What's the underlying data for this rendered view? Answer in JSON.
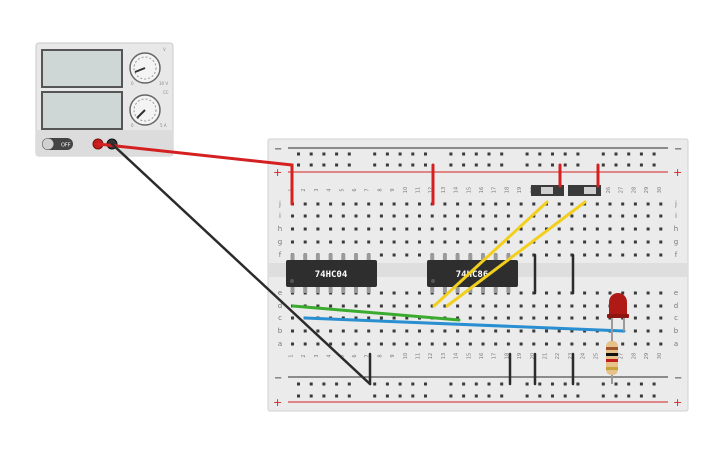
{
  "power_supply": {
    "switch_label": "OFF",
    "knob1_label_top": "V",
    "knob1_label_bottom": "30 V",
    "knob1_label_left": "0",
    "knob2_label_top": "CC",
    "knob2_label_bottom": "5 A",
    "knob2_label_left": "0"
  },
  "breadboard": {
    "rail_plus": "+",
    "rail_minus": "−",
    "column_numbers": [
      "1",
      "2",
      "3",
      "4",
      "5",
      "6",
      "7",
      "8",
      "9",
      "10",
      "11",
      "12",
      "13",
      "14",
      "15",
      "16",
      "17",
      "18",
      "19",
      "20",
      "21",
      "22",
      "23",
      "24",
      "25",
      "26",
      "27",
      "28",
      "29",
      "30"
    ],
    "row_letters_top": [
      "j",
      "i",
      "h",
      "g",
      "f"
    ],
    "row_letters_bottom": [
      "e",
      "d",
      "c",
      "b",
      "a"
    ]
  },
  "chips": [
    {
      "name": "74HC04"
    },
    {
      "name": "74HC86"
    }
  ],
  "colors": {
    "wire_red": "#d42020",
    "wire_black": "#2b2b2b",
    "wire_yellow": "#f2cf1f",
    "wire_green": "#3aab2f",
    "wire_blue": "#2a8fd0",
    "board": "#e9e9e9",
    "led": "#b01a16"
  }
}
